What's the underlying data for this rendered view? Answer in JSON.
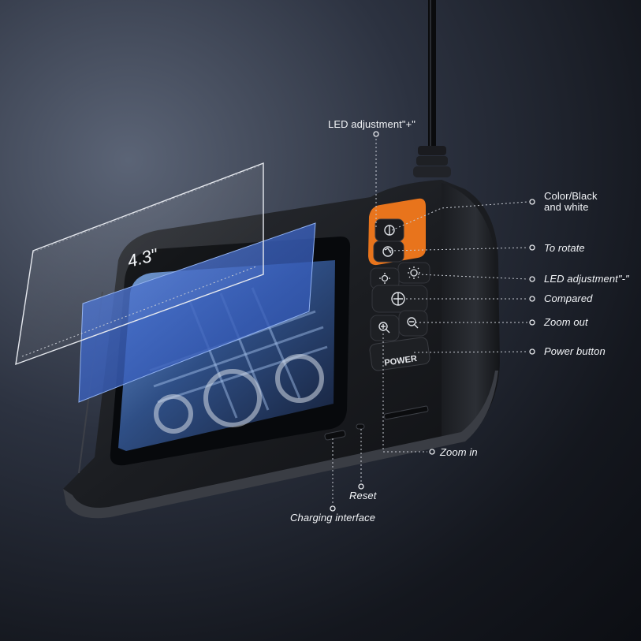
{
  "size_label": "4.3\"",
  "power_button_label": "POWER",
  "callouts": {
    "led_plus": "LED adjustment\"+\"",
    "color_bw_line1": "Color/Black",
    "color_bw_line2": "and white",
    "rotate": "To rotate",
    "led_minus": "LED adjustment\"-\"",
    "compared": "Compared",
    "zoom_out": "Zoom out",
    "power": "Power button",
    "zoom_in": "Zoom in",
    "reset": "Reset",
    "charging": "Charging interface"
  },
  "icons": [
    "color-bw-icon",
    "rotate-icon",
    "led-plus-icon",
    "led-minus-icon",
    "compare-icon",
    "zoom-in-icon",
    "zoom-out-icon"
  ],
  "colors": {
    "accent_orange": "#e8741c",
    "screen_blue": "#3e63b8",
    "body_dark": "#1c1e22"
  }
}
